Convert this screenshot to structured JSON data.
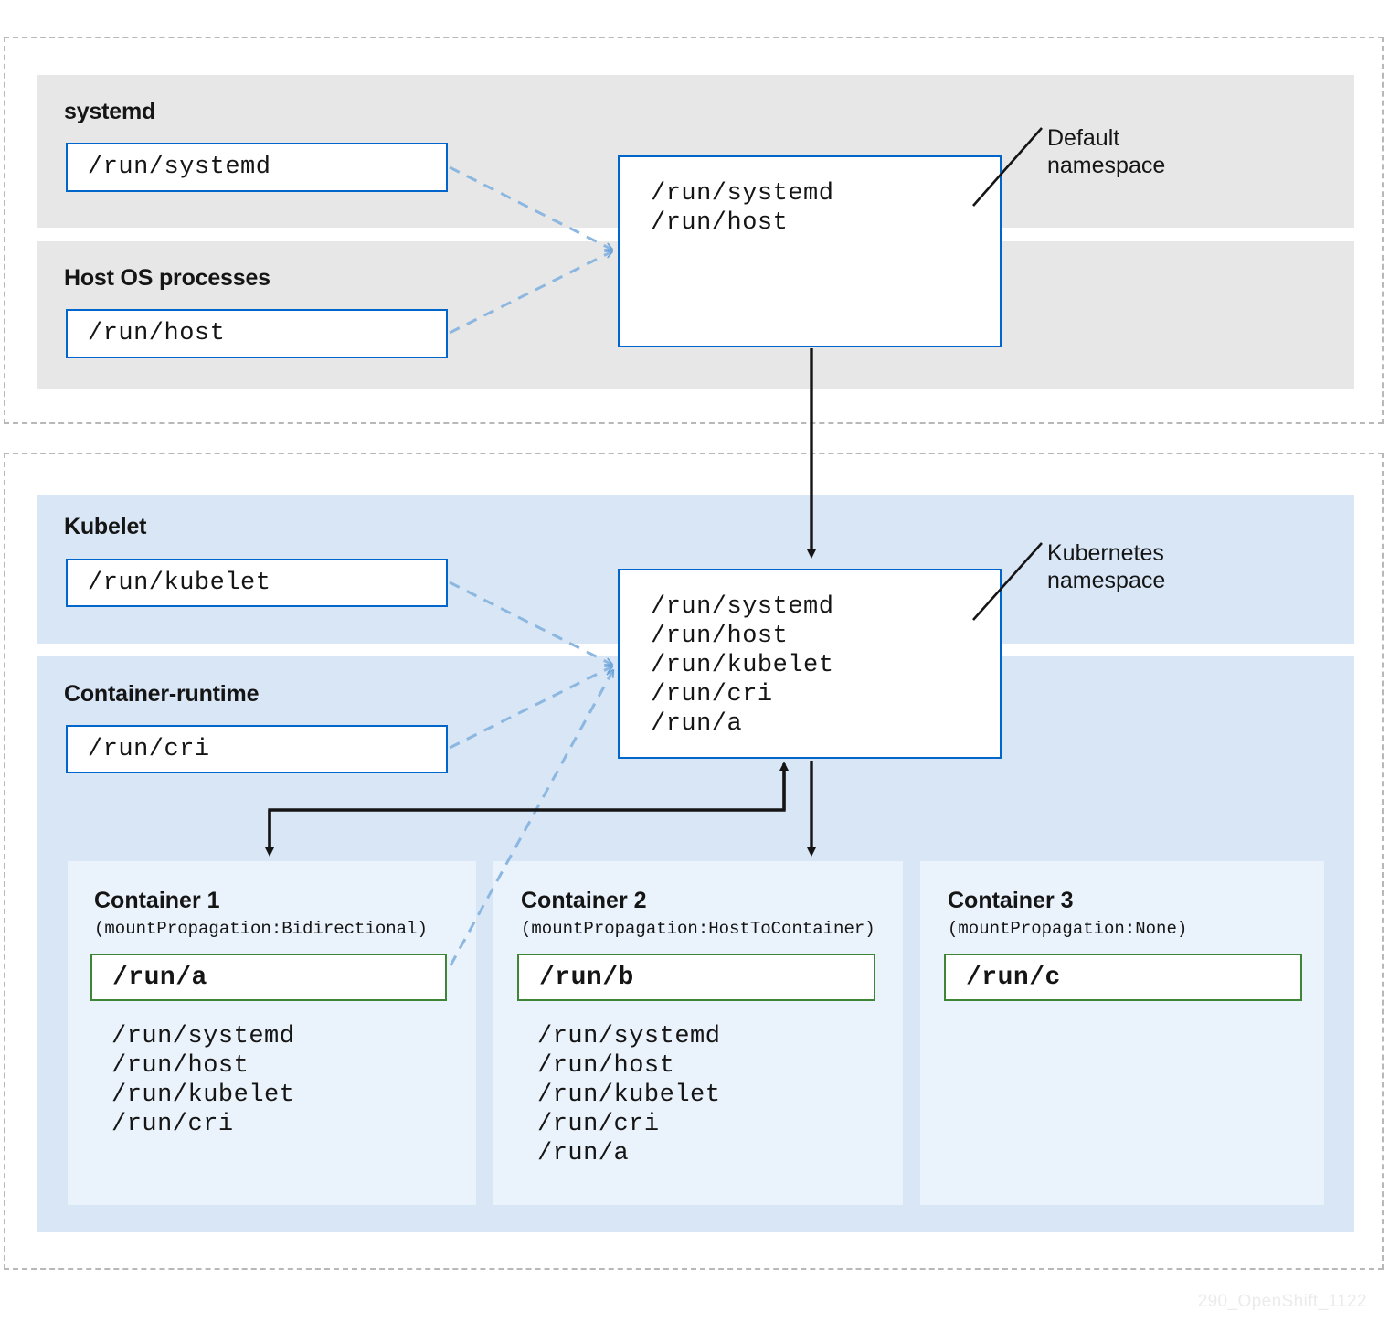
{
  "diagram": {
    "watermark": "290_OpenShift_1122",
    "colors": {
      "blue_border": "#0066cc",
      "green_border": "#3e8635",
      "gray_band": "#e7e7e7",
      "blue_band": "#d8e6f6",
      "container_panel": "#eaf2fb",
      "dashed_region": "#b8b8b8",
      "dashed_connector": "#8bb7e0",
      "arrow": "#151515"
    }
  },
  "default_namespace": {
    "callout_label": "Default\nnamespace",
    "groups": [
      {
        "title": "systemd",
        "path": "/run/systemd"
      },
      {
        "title": "Host OS processes",
        "path": "/run/host"
      }
    ],
    "box_paths": "/run/systemd\n/run/host"
  },
  "kubernetes_namespace": {
    "callout_label": "Kubernetes\nnamespace",
    "groups": [
      {
        "title": "Kubelet",
        "path": "/run/kubelet"
      },
      {
        "title": "Container-runtime",
        "path": "/run/cri"
      }
    ],
    "box_paths": "/run/systemd\n/run/host\n/run/kubelet\n/run/cri\n/run/a"
  },
  "containers": [
    {
      "title": "Container 1",
      "subtitle": "(mountPropagation:Bidirectional)",
      "mount": "/run/a",
      "paths": "/run/systemd\n/run/host\n/run/kubelet\n/run/cri"
    },
    {
      "title": "Container 2",
      "subtitle": "(mountPropagation:HostToContainer)",
      "mount": "/run/b",
      "paths": "/run/systemd\n/run/host\n/run/kubelet\n/run/cri\n/run/a"
    },
    {
      "title": "Container 3",
      "subtitle": "(mountPropagation:None)",
      "mount": "/run/c",
      "paths": ""
    }
  ]
}
